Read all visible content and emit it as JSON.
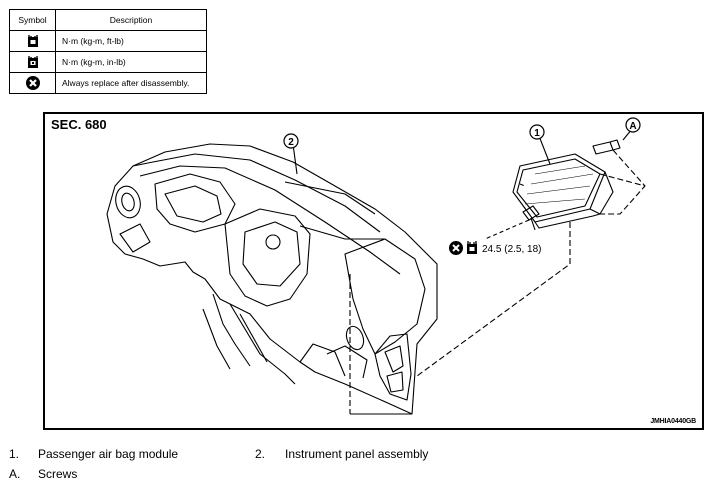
{
  "symbol_table": {
    "header_symbol": "Symbol",
    "header_description": "Description",
    "rows": [
      {
        "icon": "torque-wrench-ftlb-icon",
        "description": "N·m (kg-m, ft-lb)"
      },
      {
        "icon": "torque-wrench-inlb-icon",
        "description": "N·m (kg-m, in-lb)"
      },
      {
        "icon": "always-replace-icon",
        "description": "Always replace after disassembly."
      }
    ]
  },
  "figure": {
    "section": "SEC. 680",
    "code": "JMHIA0440GB",
    "callouts": {
      "c1": "1",
      "c2": "2",
      "cA": "A"
    },
    "torque_spec": "24.5 (2.5, 18)"
  },
  "legend": [
    {
      "num": "1.",
      "label": "Passenger air bag module"
    },
    {
      "num": "2.",
      "label": "Instrument panel assembly"
    },
    {
      "num": "A.",
      "label": "Screws"
    }
  ]
}
